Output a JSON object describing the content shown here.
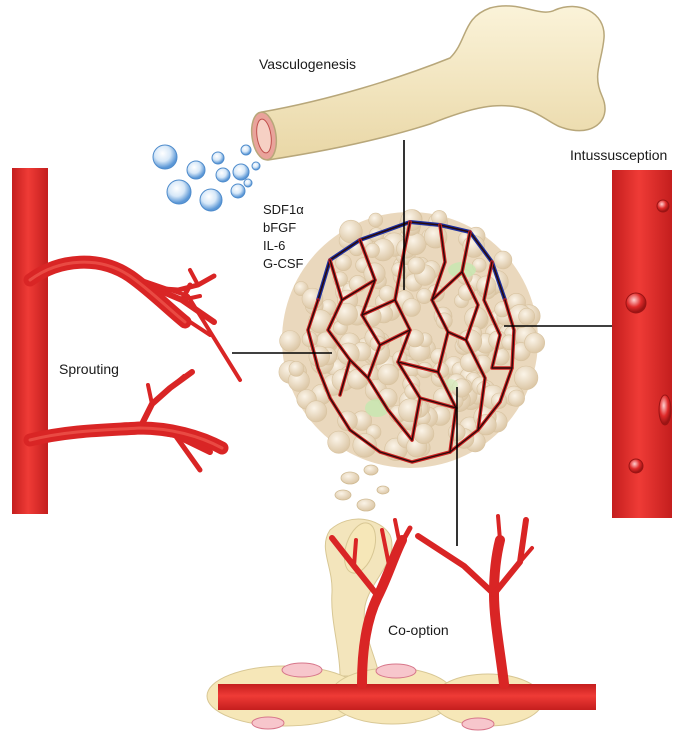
{
  "labels": {
    "vasculogenesis": "Vasculogenesis",
    "intussusception": "Intussusception",
    "sprouting": "Sprouting",
    "cooption": "Co-option"
  },
  "factors": [
    "SDF1α",
    "bFGF",
    "IL-6",
    "G-CSF"
  ],
  "colors": {
    "vessel_red": "#e12a2a",
    "vessel_dark": "#b71c1c",
    "bone": "#f3e7c1",
    "bone_outline": "#b8a77a",
    "tumor_cells": "#efe2cc",
    "capillary_dark": "#3a1010",
    "capillary_blue": "#1e2fa0",
    "bubble_blue": "#6fa8e0",
    "pointer_line": "#000000",
    "cell_fill": "#f6e7b8",
    "nucleus_fill": "#f7c6cc"
  },
  "icons": [
    "bone-icon",
    "stem-cell-bubble-icon",
    "tumor-icon",
    "blood-vessel-icon",
    "endothelial-cell-icon"
  ]
}
